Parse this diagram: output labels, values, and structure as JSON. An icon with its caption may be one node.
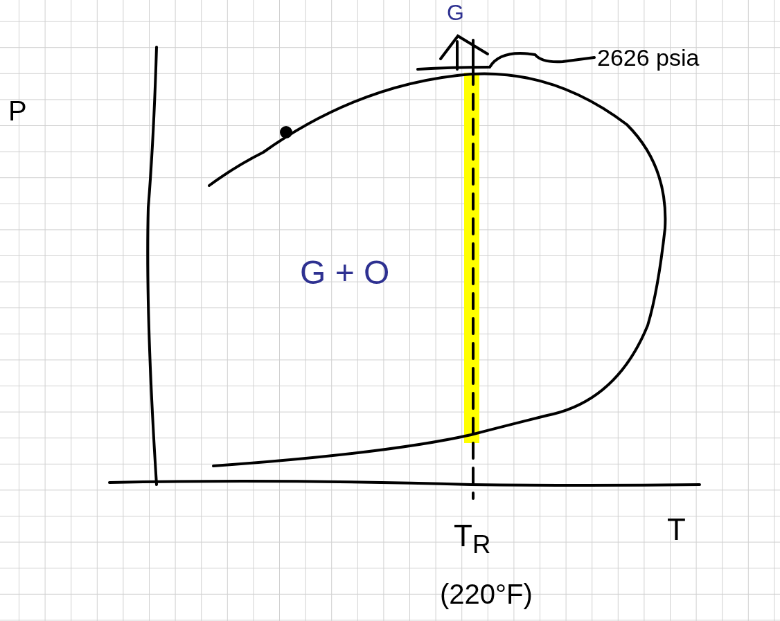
{
  "diagram": {
    "nodes": [
      {
        "text": [
          "2626 psia"
        ]
      },
      {
        "text": [],
        "shape": "line"
      }
    ],
    "edges": [
      {
        "from": 0,
        "to": 1,
        "arrow": "none"
      }
    ],
    "labels": [
      "G",
      "P",
      "G + O",
      "T$_{R}$",
      "(220°F)",
      "T"
    ]
  }
}
